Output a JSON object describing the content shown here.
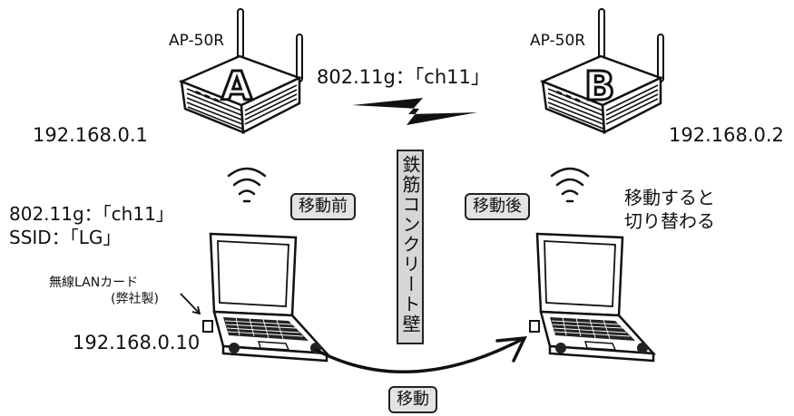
{
  "router_a": {
    "model": "AP-50R",
    "letter": "A",
    "ip": "192.168.0.1"
  },
  "router_b": {
    "model": "AP-50R",
    "letter": "B",
    "ip": "192.168.0.2"
  },
  "link_label": "802.11g：「ch11」",
  "wall_label": "鉄筋コンクリート壁",
  "client": {
    "channel": "802.11g：「ch11」",
    "ssid": "SSID：「LG」",
    "card_label": "無線LANカード",
    "card_sub": "(弊社製)",
    "ip": "192.168.0.10"
  },
  "badges": {
    "before": "移動前",
    "after": "移動後",
    "move": "移動"
  },
  "switch_note": [
    "移動すると",
    "切り替わる"
  ]
}
